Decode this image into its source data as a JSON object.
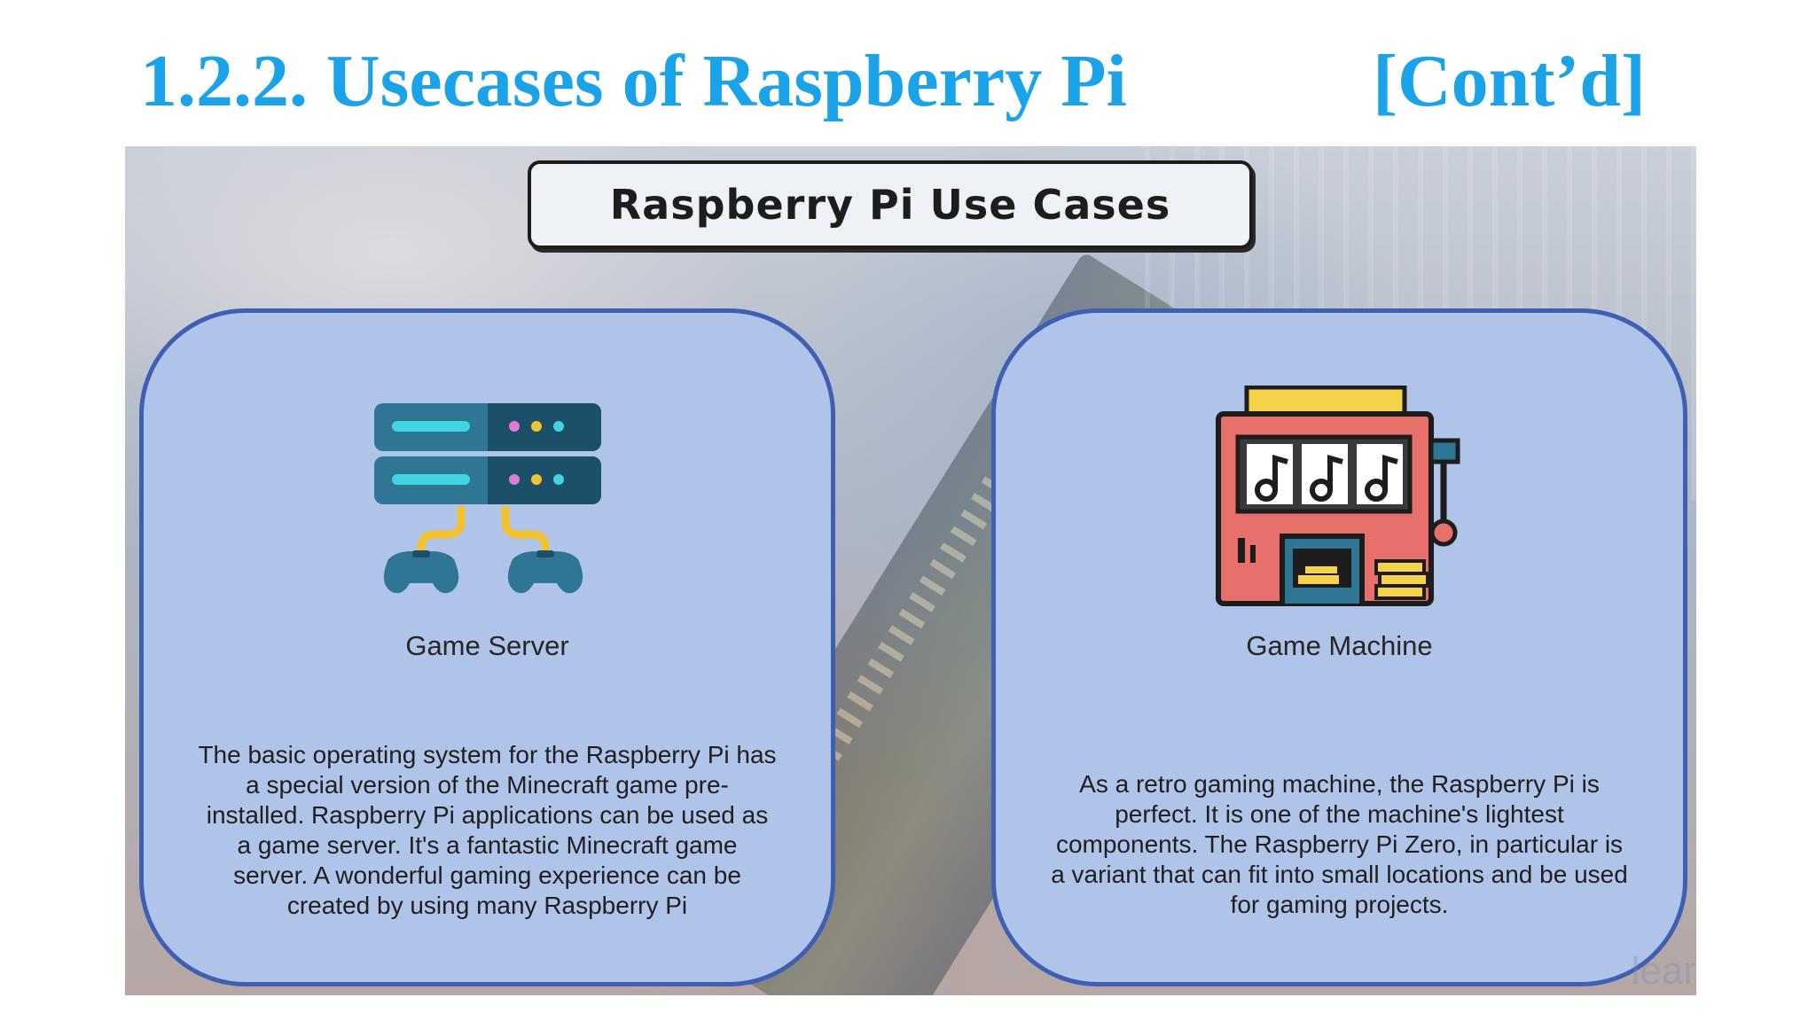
{
  "slide": {
    "title": "1.2.2. Usecases of Raspberry Pi",
    "continued": "[Cont’d]"
  },
  "panel": {
    "header": "Raspberry Pi Use Cases",
    "cards": [
      {
        "label": "Game Server",
        "icon": "game-server-icon",
        "description": "The basic operating system for the Raspberry Pi has a special version of the Minecraft game pre-installed. Raspberry Pi applications can be used as a game server. It's a fantastic Minecraft game server. A wonderful gaming experience can be created by using many Raspberry Pi"
      },
      {
        "label": "Game Machine",
        "icon": "slot-machine-icon",
        "description": "As a retro gaming machine, the Raspberry Pi is perfect. It is one of the machine's lightest components. The Raspberry Pi Zero, in particular is a variant that can fit into small locations and be used for gaming projects."
      }
    ],
    "watermark": "lear"
  },
  "colors": {
    "title": "#1aa3e8",
    "card_fill": "#afc4e8",
    "card_border": "#3f5fb4",
    "server_dark": "#1e5a76",
    "cable_yellow": "#f2c230",
    "machine_red": "#e8706a",
    "machine_yellow": "#f6d24a"
  }
}
